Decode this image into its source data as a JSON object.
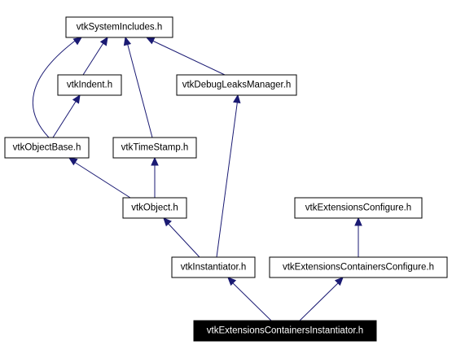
{
  "diagram": {
    "nodes": [
      {
        "id": "sysinc",
        "label": "vtkSystemIncludes.h"
      },
      {
        "id": "indent",
        "label": "vtkIndent.h"
      },
      {
        "id": "debug",
        "label": "vtkDebugLeaksManager.h"
      },
      {
        "id": "objbase",
        "label": "vtkObjectBase.h"
      },
      {
        "id": "timestamp",
        "label": "vtkTimeStamp.h"
      },
      {
        "id": "object",
        "label": "vtkObject.h"
      },
      {
        "id": "extconf",
        "label": "vtkExtensionsConfigure.h"
      },
      {
        "id": "inst",
        "label": "vtkInstantiator.h"
      },
      {
        "id": "extcontconf",
        "label": "vtkExtensionsContainersConfigure.h"
      },
      {
        "id": "target",
        "label": "vtkExtensionsContainersInstantiator.h",
        "highlight": true
      }
    ],
    "edges": [
      {
        "from": "indent",
        "to": "sysinc"
      },
      {
        "from": "debug",
        "to": "sysinc"
      },
      {
        "from": "objbase",
        "to": "sysinc"
      },
      {
        "from": "objbase",
        "to": "indent"
      },
      {
        "from": "timestamp",
        "to": "sysinc"
      },
      {
        "from": "object",
        "to": "objbase"
      },
      {
        "from": "object",
        "to": "timestamp"
      },
      {
        "from": "inst",
        "to": "object"
      },
      {
        "from": "inst",
        "to": "debug"
      },
      {
        "from": "extcontconf",
        "to": "extconf"
      },
      {
        "from": "target",
        "to": "inst"
      },
      {
        "from": "target",
        "to": "extcontconf"
      }
    ],
    "colors": {
      "edge": "#1a1a73",
      "node_border": "#000000",
      "highlight_fill": "#000000",
      "highlight_text": "#ffffff"
    }
  }
}
